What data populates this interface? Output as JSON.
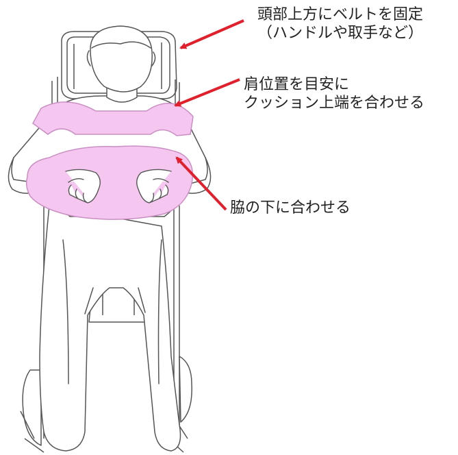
{
  "colors": {
    "arrow": "#e0202c",
    "cushion_fill": "#f5c6ef",
    "cushion_stroke": "#c98fc2",
    "outline": "#555555",
    "text": "#222222"
  },
  "labels": {
    "head_belt": {
      "line1": "頭部上方にベルトを固定",
      "line2": "（ハンドルや取手など）"
    },
    "shoulder": {
      "line1": "肩位置を目安に",
      "line2": "クッション上端を合わせる"
    },
    "armpit": {
      "line1": "脇の下に合わせる"
    }
  }
}
